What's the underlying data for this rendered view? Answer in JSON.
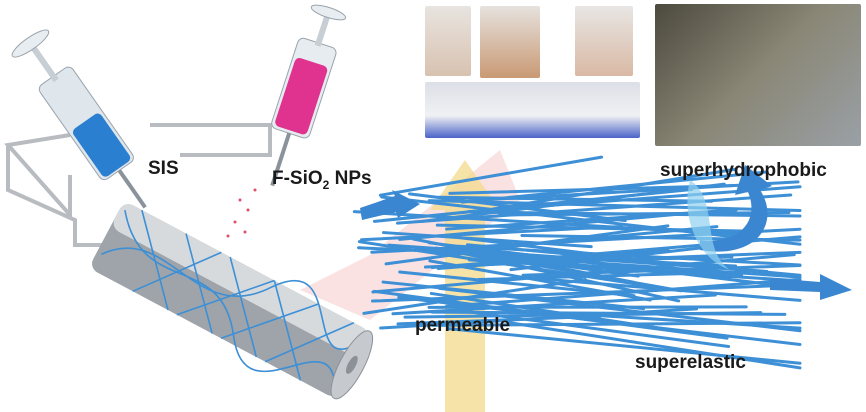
{
  "labels": {
    "sis": "SIS",
    "nps_prefix": "F-SiO",
    "nps_sub": "2",
    "nps_suffix": " NPs",
    "superhydrophobic": "superhydrophobic",
    "permeable": "permeable",
    "superelastic": "superelastic"
  },
  "colors": {
    "fiber": "#3d8fd6",
    "sis_liquid": "#2a7fd0",
    "nps_liquid": "#e0338f",
    "particle": "#e0506a",
    "arrow_blue": "#3a86d0",
    "arrow_yellow": "#f3d98a"
  }
}
